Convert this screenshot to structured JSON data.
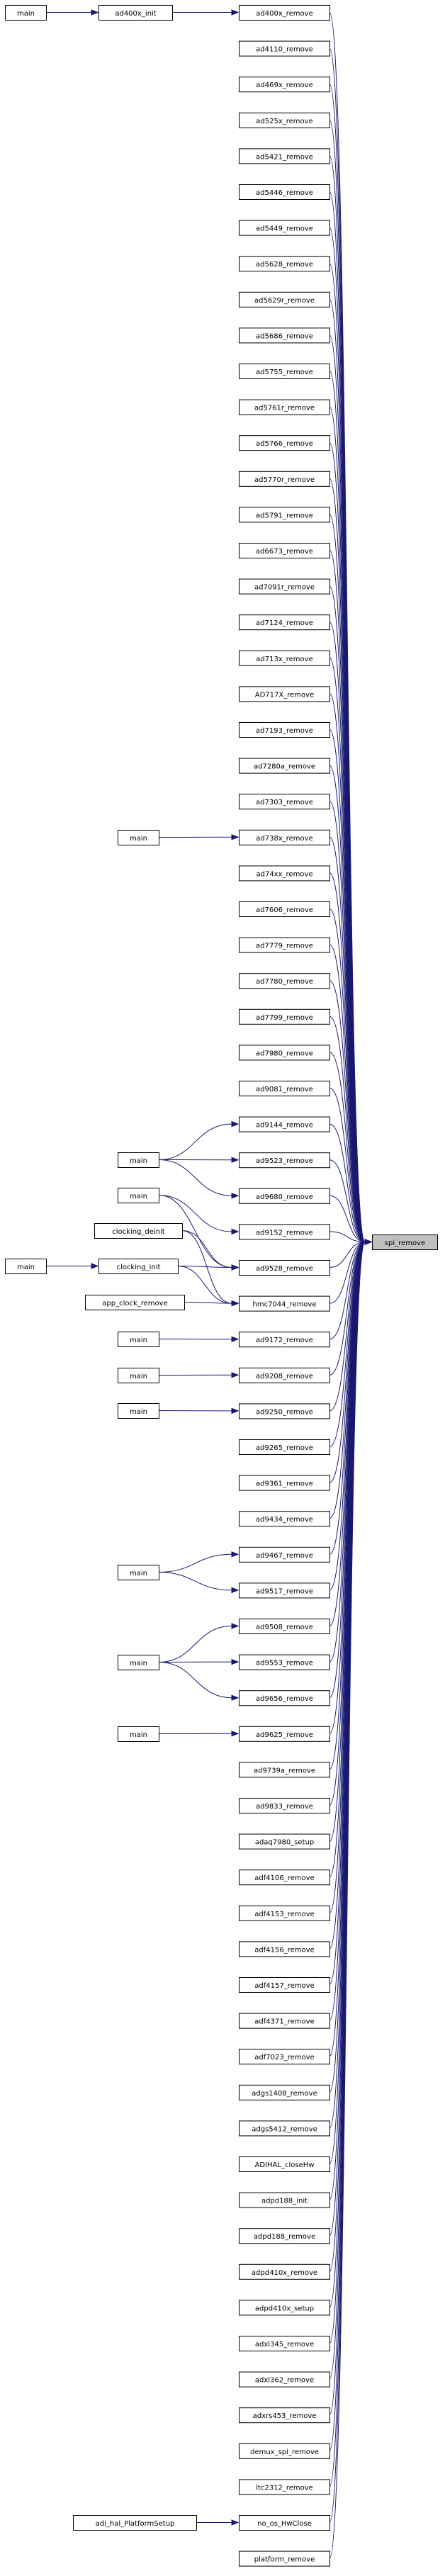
{
  "graph": {
    "target": "spi_remove",
    "node_color": "#ffffff",
    "target_color": "#bfbfbf",
    "edge_color": "#191970",
    "nodes": [
      {
        "id": "n0",
        "label": "main"
      },
      {
        "id": "n1",
        "label": "ad400x_init"
      },
      {
        "id": "n2",
        "label": "ad400x_remove"
      },
      {
        "id": "n3",
        "label": "ad4110_remove"
      },
      {
        "id": "n4",
        "label": "ad469x_remove"
      },
      {
        "id": "n5",
        "label": "ad525x_remove"
      },
      {
        "id": "n6",
        "label": "ad5421_remove"
      },
      {
        "id": "n7",
        "label": "ad5446_remove"
      },
      {
        "id": "n8",
        "label": "ad5449_remove"
      },
      {
        "id": "n9",
        "label": "ad5628_remove"
      },
      {
        "id": "n10",
        "label": "ad5629r_remove"
      },
      {
        "id": "n11",
        "label": "ad5686_remove"
      },
      {
        "id": "n12",
        "label": "ad5755_remove"
      },
      {
        "id": "n13",
        "label": "ad5761r_remove"
      },
      {
        "id": "n14",
        "label": "ad5766_remove"
      },
      {
        "id": "n15",
        "label": "ad5770r_remove"
      },
      {
        "id": "n16",
        "label": "ad5791_remove"
      },
      {
        "id": "n17",
        "label": "ad6673_remove"
      },
      {
        "id": "n18",
        "label": "ad7091r_remove"
      },
      {
        "id": "n19",
        "label": "ad7124_remove"
      },
      {
        "id": "n20",
        "label": "ad713x_remove"
      },
      {
        "id": "n21",
        "label": "AD717X_remove"
      },
      {
        "id": "n22",
        "label": "ad7193_remove"
      },
      {
        "id": "n23",
        "label": "ad7280a_remove"
      },
      {
        "id": "n24",
        "label": "ad7303_remove"
      },
      {
        "id": "n25",
        "label": "main"
      },
      {
        "id": "n26",
        "label": "ad738x_remove"
      },
      {
        "id": "n27",
        "label": "ad74xx_remove"
      },
      {
        "id": "n28",
        "label": "ad7606_remove"
      },
      {
        "id": "n29",
        "label": "ad7779_remove"
      },
      {
        "id": "n30",
        "label": "ad7780_remove"
      },
      {
        "id": "n31",
        "label": "ad7799_remove"
      },
      {
        "id": "n32",
        "label": "ad7980_remove"
      },
      {
        "id": "n33",
        "label": "ad9081_remove"
      },
      {
        "id": "n34",
        "label": "ad9144_remove"
      },
      {
        "id": "n35",
        "label": "main"
      },
      {
        "id": "n36",
        "label": "ad9523_remove"
      },
      {
        "id": "n37",
        "label": "ad9680_remove"
      },
      {
        "id": "n38",
        "label": "main"
      },
      {
        "id": "n39",
        "label": "ad9152_remove"
      },
      {
        "id": "n40",
        "label": "clocking_deinit"
      },
      {
        "id": "n41",
        "label": "ad9528_remove"
      },
      {
        "id": "n42",
        "label": "main"
      },
      {
        "id": "n43",
        "label": "clocking_init"
      },
      {
        "id": "n44",
        "label": "hmc7044_remove"
      },
      {
        "id": "n45",
        "label": "app_clock_remove"
      },
      {
        "id": "n46",
        "label": "spi_remove"
      },
      {
        "id": "n47",
        "label": "main"
      },
      {
        "id": "n48",
        "label": "ad9172_remove"
      },
      {
        "id": "n49",
        "label": "main"
      },
      {
        "id": "n50",
        "label": "ad9208_remove"
      },
      {
        "id": "n51",
        "label": "main"
      },
      {
        "id": "n52",
        "label": "ad9250_remove"
      },
      {
        "id": "n53",
        "label": "ad9265_remove"
      },
      {
        "id": "n54",
        "label": "ad9361_remove"
      },
      {
        "id": "n55",
        "label": "ad9434_remove"
      },
      {
        "id": "n56",
        "label": "ad9467_remove"
      },
      {
        "id": "n57",
        "label": "main"
      },
      {
        "id": "n58",
        "label": "ad9517_remove"
      },
      {
        "id": "n59",
        "label": "ad9508_remove"
      },
      {
        "id": "n60",
        "label": "main"
      },
      {
        "id": "n61",
        "label": "ad9553_remove"
      },
      {
        "id": "n62",
        "label": "ad9656_remove"
      },
      {
        "id": "n63",
        "label": "main"
      },
      {
        "id": "n64",
        "label": "ad9625_remove"
      },
      {
        "id": "n65",
        "label": "ad9739a_remove"
      },
      {
        "id": "n66",
        "label": "ad9833_remove"
      },
      {
        "id": "n67",
        "label": "adaq7980_setup"
      },
      {
        "id": "n68",
        "label": "adf4106_remove"
      },
      {
        "id": "n69",
        "label": "adf4153_remove"
      },
      {
        "id": "n70",
        "label": "adf4156_remove"
      },
      {
        "id": "n71",
        "label": "adf4157_remove"
      },
      {
        "id": "n72",
        "label": "adf4371_remove"
      },
      {
        "id": "n73",
        "label": "adf7023_remove"
      },
      {
        "id": "n74",
        "label": "adgs1408_remove"
      },
      {
        "id": "n75",
        "label": "adgs5412_remove"
      },
      {
        "id": "n76",
        "label": "ADIHAL_closeHw"
      },
      {
        "id": "n77",
        "label": "adpd188_init"
      },
      {
        "id": "n78",
        "label": "adpd188_remove"
      },
      {
        "id": "n79",
        "label": "adpd410x_remove"
      },
      {
        "id": "n80",
        "label": "adpd410x_setup"
      },
      {
        "id": "n81",
        "label": "adxl345_remove"
      },
      {
        "id": "n82",
        "label": "adxl362_remove"
      },
      {
        "id": "n83",
        "label": "adxrs453_remove"
      },
      {
        "id": "n84",
        "label": "demux_spi_remove"
      },
      {
        "id": "n85",
        "label": "ltc2312_remove"
      },
      {
        "id": "n86",
        "label": "adi_hal_PlatformSetup"
      },
      {
        "id": "n87",
        "label": "no_os_HwClose"
      },
      {
        "id": "n88",
        "label": "platform_remove"
      }
    ],
    "edges": [
      [
        "n0",
        "n1"
      ],
      [
        "n1",
        "n2"
      ],
      [
        "n2",
        "n46"
      ],
      [
        "n3",
        "n46"
      ],
      [
        "n4",
        "n46"
      ],
      [
        "n5",
        "n46"
      ],
      [
        "n6",
        "n46"
      ],
      [
        "n7",
        "n46"
      ],
      [
        "n8",
        "n46"
      ],
      [
        "n9",
        "n46"
      ],
      [
        "n10",
        "n46"
      ],
      [
        "n11",
        "n46"
      ],
      [
        "n12",
        "n46"
      ],
      [
        "n13",
        "n46"
      ],
      [
        "n14",
        "n46"
      ],
      [
        "n15",
        "n46"
      ],
      [
        "n16",
        "n46"
      ],
      [
        "n17",
        "n46"
      ],
      [
        "n18",
        "n46"
      ],
      [
        "n19",
        "n46"
      ],
      [
        "n20",
        "n46"
      ],
      [
        "n21",
        "n46"
      ],
      [
        "n22",
        "n46"
      ],
      [
        "n23",
        "n46"
      ],
      [
        "n24",
        "n46"
      ],
      [
        "n25",
        "n26"
      ],
      [
        "n26",
        "n46"
      ],
      [
        "n27",
        "n46"
      ],
      [
        "n28",
        "n46"
      ],
      [
        "n29",
        "n46"
      ],
      [
        "n30",
        "n46"
      ],
      [
        "n31",
        "n46"
      ],
      [
        "n32",
        "n46"
      ],
      [
        "n33",
        "n46"
      ],
      [
        "n35",
        "n34"
      ],
      [
        "n35",
        "n36"
      ],
      [
        "n35",
        "n37"
      ],
      [
        "n34",
        "n46"
      ],
      [
        "n36",
        "n46"
      ],
      [
        "n37",
        "n46"
      ],
      [
        "n38",
        "n39"
      ],
      [
        "n38",
        "n41"
      ],
      [
        "n39",
        "n46"
      ],
      [
        "n40",
        "n41"
      ],
      [
        "n40",
        "n44"
      ],
      [
        "n42",
        "n43"
      ],
      [
        "n43",
        "n41"
      ],
      [
        "n43",
        "n44"
      ],
      [
        "n45",
        "n44"
      ],
      [
        "n41",
        "n46"
      ],
      [
        "n44",
        "n46"
      ],
      [
        "n47",
        "n48"
      ],
      [
        "n48",
        "n46"
      ],
      [
        "n49",
        "n50"
      ],
      [
        "n50",
        "n46"
      ],
      [
        "n51",
        "n52"
      ],
      [
        "n52",
        "n46"
      ],
      [
        "n53",
        "n46"
      ],
      [
        "n54",
        "n46"
      ],
      [
        "n55",
        "n46"
      ],
      [
        "n57",
        "n56"
      ],
      [
        "n57",
        "n58"
      ],
      [
        "n56",
        "n46"
      ],
      [
        "n58",
        "n46"
      ],
      [
        "n60",
        "n59"
      ],
      [
        "n60",
        "n61"
      ],
      [
        "n60",
        "n62"
      ],
      [
        "n59",
        "n46"
      ],
      [
        "n61",
        "n46"
      ],
      [
        "n62",
        "n46"
      ],
      [
        "n63",
        "n64"
      ],
      [
        "n64",
        "n46"
      ],
      [
        "n65",
        "n46"
      ],
      [
        "n66",
        "n46"
      ],
      [
        "n67",
        "n46"
      ],
      [
        "n68",
        "n46"
      ],
      [
        "n69",
        "n46"
      ],
      [
        "n70",
        "n46"
      ],
      [
        "n71",
        "n46"
      ],
      [
        "n72",
        "n46"
      ],
      [
        "n73",
        "n46"
      ],
      [
        "n74",
        "n46"
      ],
      [
        "n75",
        "n46"
      ],
      [
        "n76",
        "n46"
      ],
      [
        "n77",
        "n46"
      ],
      [
        "n78",
        "n46"
      ],
      [
        "n79",
        "n46"
      ],
      [
        "n80",
        "n46"
      ],
      [
        "n81",
        "n46"
      ],
      [
        "n82",
        "n46"
      ],
      [
        "n83",
        "n46"
      ],
      [
        "n84",
        "n46"
      ],
      [
        "n85",
        "n46"
      ],
      [
        "n86",
        "n87"
      ],
      [
        "n87",
        "n46"
      ],
      [
        "n88",
        "n46"
      ]
    ]
  }
}
